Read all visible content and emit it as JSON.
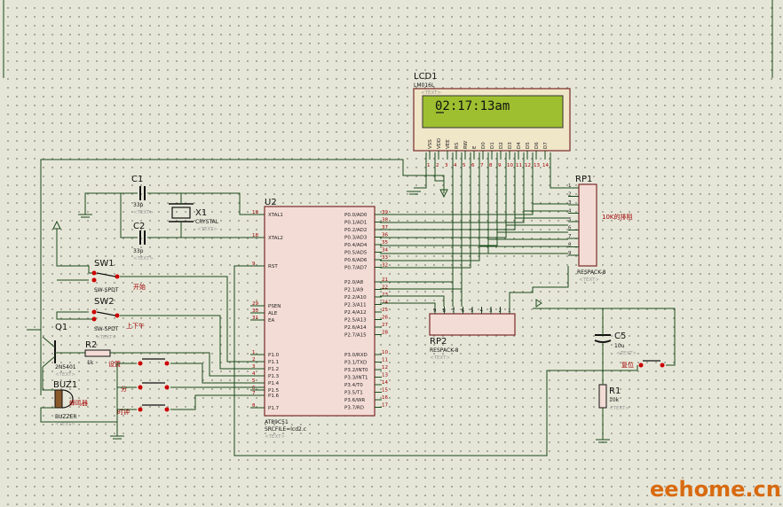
{
  "lcd": {
    "ref": "LCD1",
    "part": "LM016L",
    "text_tag": "<TEXT>",
    "display": "02:17:13am",
    "pins": [
      "VSS",
      "VDD",
      "VEE",
      "RS",
      "RW",
      "E",
      "D0",
      "D1",
      "D2",
      "D3",
      "D4",
      "D5",
      "D6",
      "D7"
    ],
    "pin_numbers": [
      "1",
      "2",
      "3",
      "4",
      "5",
      "6",
      "7",
      "8",
      "9",
      "10",
      "11",
      "12",
      "13",
      "14"
    ]
  },
  "mcu": {
    "ref": "U2",
    "part": "AT89C51",
    "file": "SRCFILE=lcd2.c",
    "text_tag": "<TEXT>",
    "left_pins": [
      {
        "num": "19",
        "name": "XTAL1"
      },
      {
        "num": "18",
        "name": "XTAL2"
      },
      {
        "num": "9",
        "name": "RST"
      },
      {
        "num": "29",
        "name": "PSEN"
      },
      {
        "num": "30",
        "name": "ALE"
      },
      {
        "num": "31",
        "name": "EA"
      },
      {
        "num": "1",
        "name": "P1.0"
      },
      {
        "num": "2",
        "name": "P1.1"
      },
      {
        "num": "3",
        "name": "P1.2"
      },
      {
        "num": "4",
        "name": "P1.3"
      },
      {
        "num": "5",
        "name": "P1.4"
      },
      {
        "num": "6",
        "name": "P1.5"
      },
      {
        "num": "7",
        "name": "P1.6"
      },
      {
        "num": "8",
        "name": "P1.7"
      }
    ],
    "right_pins": [
      {
        "num": "39",
        "name": "P0.0/AD0"
      },
      {
        "num": "38",
        "name": "P0.1/AD1"
      },
      {
        "num": "37",
        "name": "P0.2/AD2"
      },
      {
        "num": "36",
        "name": "P0.3/AD3"
      },
      {
        "num": "35",
        "name": "P0.4/AD4"
      },
      {
        "num": "34",
        "name": "P0.5/AD5"
      },
      {
        "num": "33",
        "name": "P0.6/AD6"
      },
      {
        "num": "32",
        "name": "P0.7/AD7"
      },
      {
        "num": "21",
        "name": "P2.0/A8"
      },
      {
        "num": "22",
        "name": "P2.1/A9"
      },
      {
        "num": "23",
        "name": "P2.2/A10"
      },
      {
        "num": "24",
        "name": "P2.3/A11"
      },
      {
        "num": "25",
        "name": "P2.4/A12"
      },
      {
        "num": "26",
        "name": "P2.5/A13"
      },
      {
        "num": "27",
        "name": "P2.6/A14"
      },
      {
        "num": "28",
        "name": "P2.7/A15"
      },
      {
        "num": "10",
        "name": "P3.0/RXD"
      },
      {
        "num": "11",
        "name": "P3.1/TXD"
      },
      {
        "num": "12",
        "name": "P3.2/INT0"
      },
      {
        "num": "13",
        "name": "P3.3/INT1"
      },
      {
        "num": "14",
        "name": "P3.4/T0"
      },
      {
        "num": "15",
        "name": "P3.5/T1"
      },
      {
        "num": "16",
        "name": "P3.6/WR"
      },
      {
        "num": "17",
        "name": "P3.7/RD"
      }
    ]
  },
  "rp1": {
    "ref": "RP1",
    "part": "RESPACK-8",
    "text_tag": "<TEXT>",
    "note": "10K的排阻",
    "pins": [
      "1",
      "2",
      "3",
      "4",
      "5",
      "6",
      "7",
      "8",
      "9"
    ]
  },
  "rp2": {
    "ref": "RP2",
    "part": "RESPACK-8",
    "text_tag": "<TEXT>",
    "pins": [
      "9",
      "8",
      "7",
      "6",
      "5",
      "4",
      "3",
      "2",
      "1"
    ]
  },
  "c1": {
    "ref": "C1",
    "value": "33p",
    "text_tag": "<TEXT>"
  },
  "c2": {
    "ref": "C2",
    "value": "33p",
    "text_tag": "<TEXT>"
  },
  "x1": {
    "ref": "X1",
    "part": "CRYSTAL",
    "text_tag": "<TEXT>"
  },
  "sw1": {
    "ref": "SW1",
    "part": "SW-SPDT",
    "note": "开始",
    "text_tag": "<TEXT>"
  },
  "sw2": {
    "ref": "SW2",
    "part": "SW-SPDT",
    "note": "上下午",
    "text_tag": "<TEXT>"
  },
  "q1": {
    "ref": "Q1",
    "part": "2N5401",
    "text_tag": "<TEXT>"
  },
  "r2": {
    "ref": "R2",
    "value": "1k",
    "text_tag": "<TEXT>"
  },
  "buz": {
    "ref": "BUZ1",
    "part": "BUZZER",
    "note": "蜂鸣器",
    "text_tag": "<TEXT>"
  },
  "buttons": {
    "b1": "设置",
    "b2": "分",
    "b3": "时钟",
    "reset": "复位"
  },
  "c5": {
    "ref": "C5",
    "value": "10u",
    "text_tag": "<TEXT>"
  },
  "r1": {
    "ref": "R1",
    "value": "10k",
    "text_tag": "<TEXT>"
  },
  "watermark": "eehome.cn"
}
